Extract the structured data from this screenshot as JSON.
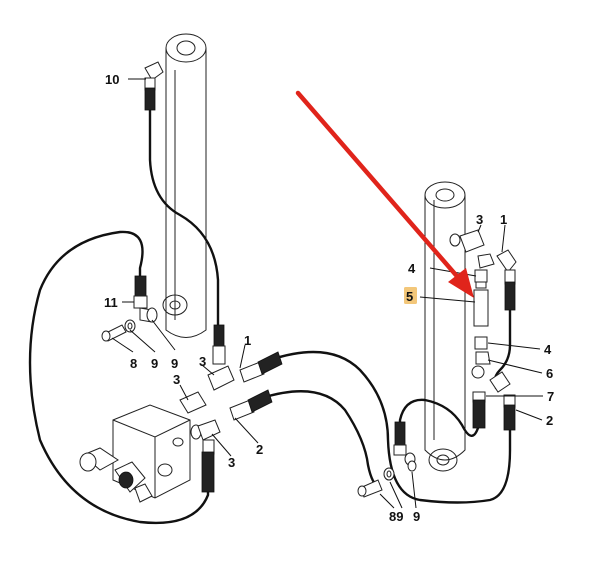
{
  "callouts": {
    "c10": "10",
    "c11": "11",
    "c8a": "8",
    "c9a": "9",
    "c9b": "9",
    "c3a": "3",
    "c3b": "3",
    "c3c": "3",
    "c1a": "1",
    "c2a": "2",
    "c3d": "3",
    "c1b": "1",
    "c4a": "4",
    "c5": "5",
    "c4b": "4",
    "c6": "6",
    "c7": "7",
    "c2b": "2",
    "c89": "89",
    "c9c": "9"
  },
  "highlight_color": "#f3c77a",
  "arrow_color": "#e0241b"
}
